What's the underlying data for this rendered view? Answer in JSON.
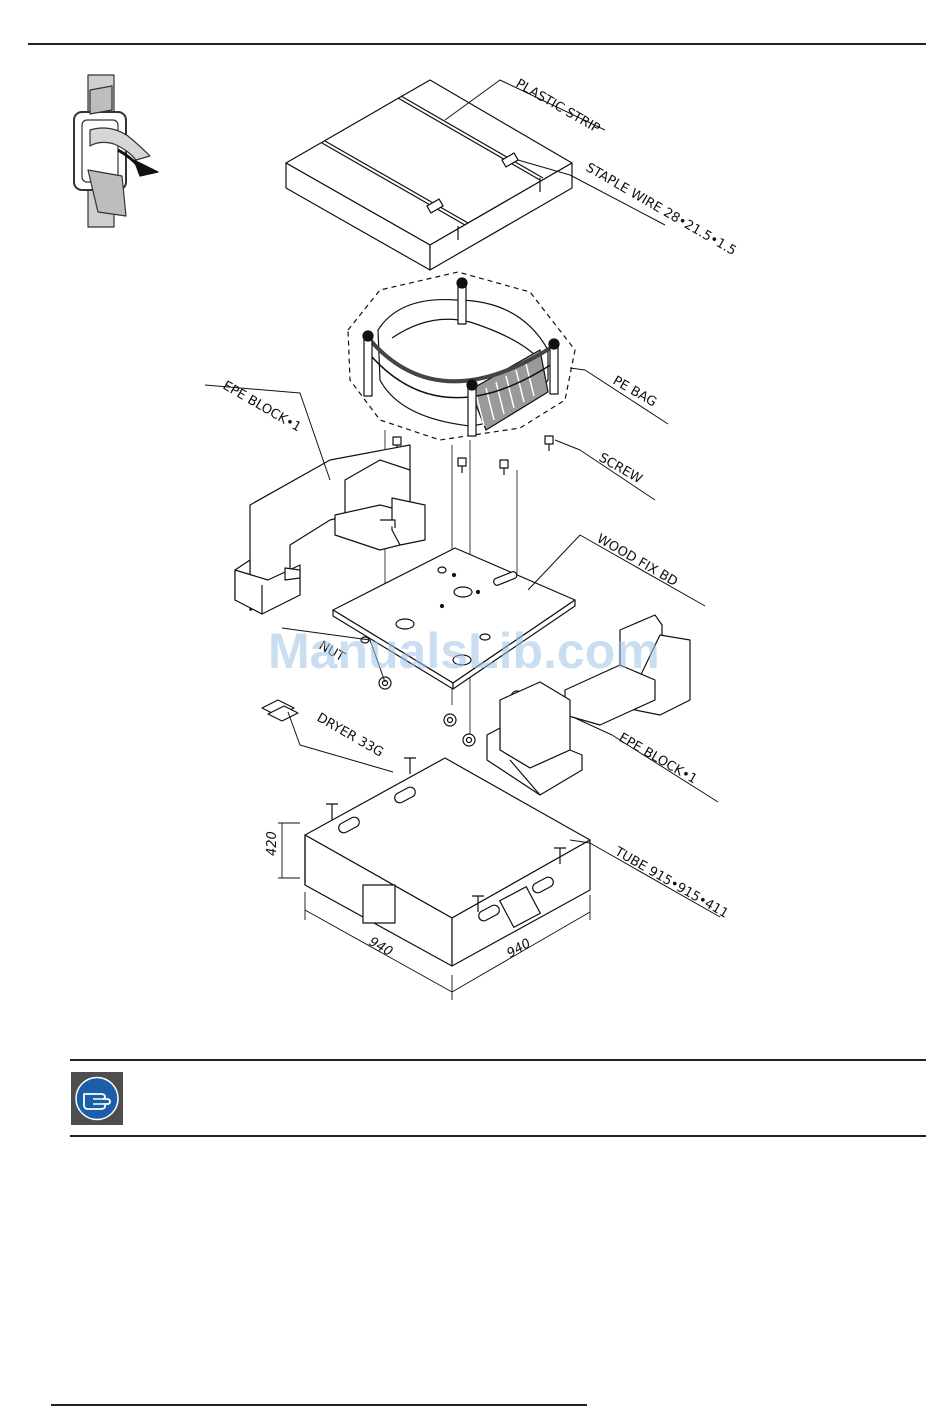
{
  "labels": {
    "plastic_strip": "PLASTIC STRIP",
    "staple_wire": "STAPLE WIRE 28•21.5•1.5",
    "pe_bag": "PE BAG",
    "screw": "SCREW",
    "epe_block_left": "EPE BLOCK•1",
    "wood_fix_bd": "WOOD FIX BD",
    "nut": "NUT",
    "epe_block_right": "EPE BLOCK•1",
    "dryer": "DRYER 33G",
    "tube": "TUBE 915•915•411"
  },
  "dimensions": {
    "height": "420",
    "width_left": "940",
    "width_right": "940"
  },
  "watermark": "ManualsLib.com",
  "note": {
    "icon": "pointing-hand-icon",
    "icon_bg": "#4e4e4e",
    "icon_circle": "#1a5fa8"
  }
}
